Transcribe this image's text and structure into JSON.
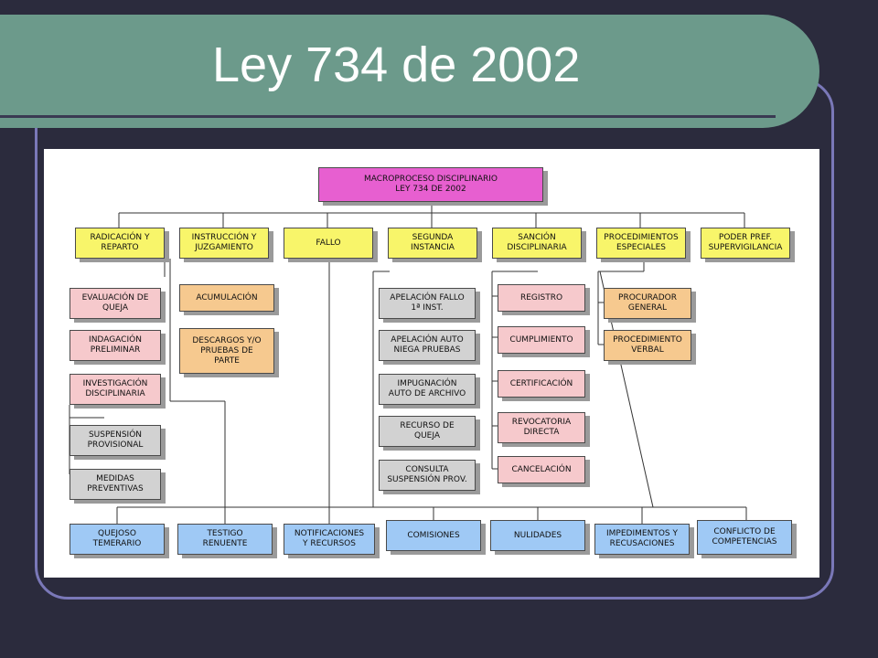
{
  "slide": {
    "title": "Ley 734 de 2002"
  },
  "diagram": {
    "root": "MACROPROCESO DISCIPLINARIO\nLEY 734 DE 2002",
    "stages": [
      "RADICACIÓN Y\nREPARTO",
      "INSTRUCCIÓN Y\nJUZGAMIENTO",
      "FALLO",
      "SEGUNDA\nINSTANCIA",
      "SANCIÓN\nDISCIPLINARIA",
      "PROCEDIMIENTOS\nESPECIALES",
      "PODER PREF.\nSUPERVIGILANCIA"
    ],
    "radicacion_items": [
      "EVALUACIÓN DE\nQUEJA",
      "INDAGACIÓN\nPRELIMINAR",
      "INVESTIGACIÓN\nDISCIPLINARIA"
    ],
    "investigacion_items": [
      "SUSPENSIÓN\nPROVISIONAL",
      "MEDIDAS\nPREVENTIVAS"
    ],
    "instruccion_items": [
      "ACUMULACIÓN",
      "DESCARGOS Y/O\nPRUEBAS DE\nPARTE"
    ],
    "segunda_items": [
      "APELACIÓN FALLO\n1ª INST.",
      "APELACIÓN AUTO\nNIEGA PRUEBAS",
      "IMPUGNACIÓN\nAUTO DE ARCHIVO",
      "RECURSO DE\nQUEJA",
      "CONSULTA\nSUSPENSIÓN PROV."
    ],
    "sancion_items": [
      "REGISTRO",
      "CUMPLIMIENTO",
      "CERTIFICACIÓN",
      "REVOCATORIA\nDIRECTA",
      "CANCELACIÓN"
    ],
    "especiales_items": [
      "PROCURADOR\nGENERAL",
      "PROCEDIMIENTO\nVERBAL"
    ],
    "bottom_items": [
      "QUEJOSO\nTEMERARIO",
      "TESTIGO\nRENUENTE",
      "NOTIFICACIONES\nY RECURSOS",
      "COMISIONES",
      "NULIDADES",
      "IMPEDIMENTOS Y\nRECUSACIONES",
      "CONFLICTO DE\nCOMPETENCIAS"
    ],
    "colors": {
      "root": "#e75fd0",
      "stage": "#f8f56a",
      "pink": "#f6c9cc",
      "orange": "#f6c98f",
      "gray": "#d2d2d2",
      "blue": "#9fc9f5",
      "title_band": "#6c9a8b",
      "background": "#2b2b3d"
    }
  }
}
